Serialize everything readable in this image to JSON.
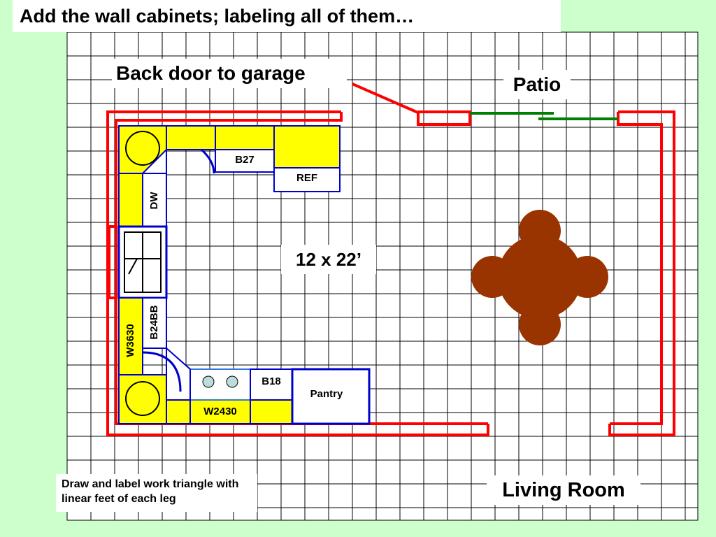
{
  "title": "Add the wall cabinets; labeling all of them…",
  "labels": {
    "back_door": "Back door to garage",
    "patio": "Patio",
    "dimensions": "12 x 22’",
    "living_room": "Living Room",
    "instructions": "Draw and label work triangle with linear feet of each leg"
  },
  "cabinets": {
    "b27": "B27",
    "ref": "REF",
    "dw": "DW",
    "b24bb": "B24BB",
    "w3630": "W3630",
    "b18": "B18",
    "pantry": "Pantry",
    "w2430": "W2430"
  },
  "colors": {
    "background": "#ccffcc",
    "wall": "#ff0000",
    "counter": "#ffff00",
    "outline": "#0000cc",
    "window": "#008000",
    "table": "#993300",
    "grid": "#000000"
  }
}
